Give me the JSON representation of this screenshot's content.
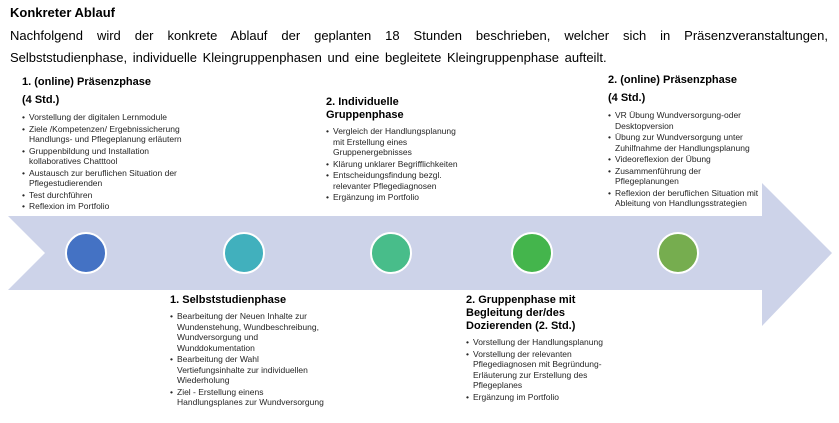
{
  "header": {
    "title": "Konkreter Ablauf",
    "paragraph": "Nachfolgend wird der konkrete Ablauf der geplanten 18 Stunden beschrieben, welcher sich in Präsenzveranstaltungen, Selbststudienphase, individuelle Kleingruppenphasen und eine begleitete Kleingruppenphase aufteilt."
  },
  "timeline": {
    "arrow_color": "#cdd3e9",
    "dot_colors": [
      "#4472c4",
      "#41b0bd",
      "#48bd8a",
      "#44b54c",
      "#76ad4f"
    ]
  },
  "phases_top": [
    {
      "title_lines": [
        "1. (online) Präsenzphase",
        "(4 Std.)"
      ],
      "bullets": [
        "Vorstellung der digitalen Lernmodule",
        "Ziele /Kompetenzen/ Ergebnissicherung Handlungs- und Pflegeplanung erläutern",
        "Gruppenbildung und Installation kollaboratives Chatttool",
        "Austausch zur beruflichen Situation der Pflegestudierenden",
        "Test durchführen",
        "Reflexion im Portfolio"
      ]
    },
    {
      "title_lines": [
        "2. Individuelle",
        "Gruppenphase"
      ],
      "bullets": [
        "Vergleich der Handlungsplanung mit Erstellung eines Gruppenergebnisses",
        "Klärung unklarer Begrifflichkeiten",
        "Entscheidungsfindung bezgl. relevanter Pflegediagnosen",
        "Ergänzung im Portfolio"
      ]
    },
    {
      "title_lines": [
        "2. (online) Präsenzphase",
        "(4 Std.)"
      ],
      "bullets": [
        "VR Übung Wundversorgung-oder Desktopversion",
        "Übung zur Wundversorgung unter Zuhilfnahme der Handlungsplanung",
        "Videoreflexion der Übung",
        "Zusammenführung der Pflegeplanungen",
        "Reflexion der beruflichen Situation mit Ableitung von Handlungsstrategien"
      ]
    }
  ],
  "phases_bottom": [
    {
      "title_lines": [
        "1. Selbststudienphase"
      ],
      "bullets": [
        "Bearbeitung der Neuen Inhalte zur Wundenstehung, Wundbeschreibung, Wundversorgung und Wunddokumentation",
        "Bearbeitung der Wahl Vertiefungsinhalte zur individuellen Wiederholung",
        "Ziel - Erstellung einens Handlungsplanes zur Wundversorgung"
      ]
    },
    {
      "title_lines": [
        "2. Gruppenphase mit",
        "Begleitung der/des",
        "Dozierenden (2. Std.)"
      ],
      "bullets": [
        "Vorstellung der Handlungsplanung",
        "Vorstellung der relevanten Pflegediagnosen mit Begründung- Erläuterung zur Erstellung des Pflegeplanes",
        "Ergänzung im Portfolio"
      ]
    }
  ]
}
